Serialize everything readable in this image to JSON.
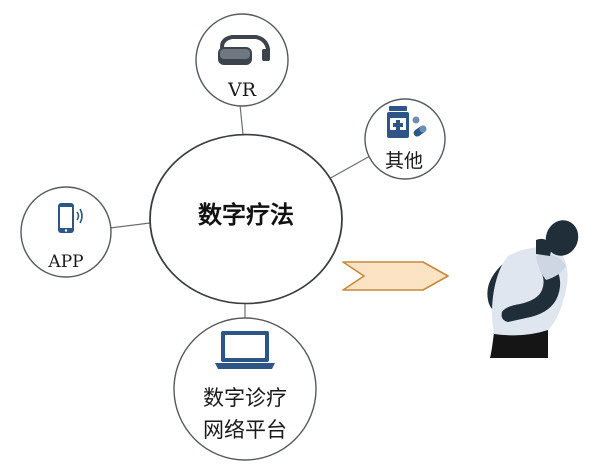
{
  "center": {
    "label": "数字疗法"
  },
  "nodes": {
    "vr": {
      "label": "VR",
      "icon": "vr-headset-icon"
    },
    "other": {
      "label": "其他",
      "icon": "medicine-bottle-icon"
    },
    "app": {
      "label": "APP",
      "icon": "smartphone-icon"
    },
    "platform": {
      "line1": "数字诊疗",
      "line2": "网络平台",
      "icon": "laptop-icon"
    }
  },
  "arrow": {
    "icon": "chevron-arrow-icon",
    "fill": "#fbe3c4",
    "stroke": "#c7893c"
  },
  "figure": {
    "icon": "patient-stomach-ache-icon",
    "skin": "#1f2e38",
    "shirt": "#dfe6f0",
    "pants": "#151515"
  },
  "colors": {
    "icon": "#2d5686",
    "line": "#555a5f"
  }
}
